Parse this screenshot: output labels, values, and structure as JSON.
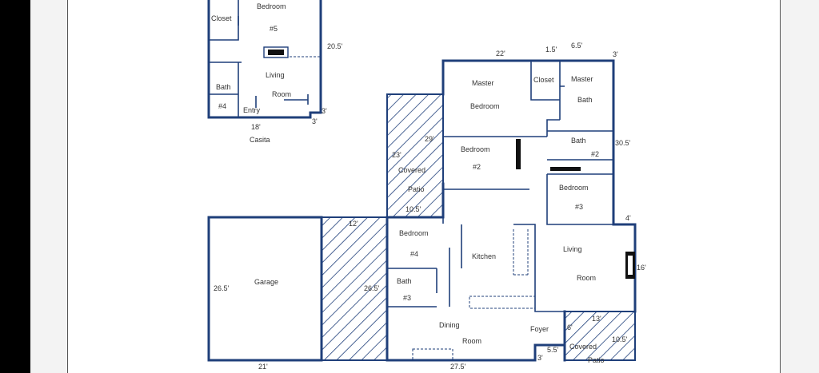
{
  "casita": {
    "closet": "Closet",
    "bedroom_5_line1": "Bedroom",
    "bedroom_5_line2": "#5",
    "living_line1": "Living",
    "living_line2": "Room",
    "bath_line1": "Bath",
    "bath_line2": "#4",
    "entry": "Entry",
    "title": "Casita",
    "dim_width": "18'",
    "dim_height": "20.5'",
    "dim_notch_w": "3'",
    "dim_notch_h": "3'"
  },
  "main_house": {
    "master_bedroom_line1": "Master",
    "master_bedroom_line2": "Bedroom",
    "closet": "Closet",
    "master_bath_line1": "Master",
    "master_bath_line2": "Bath",
    "bath2_line1": "Bath",
    "bath2_line2": "#2",
    "bedroom2_line1": "Bedroom",
    "bedroom2_line2": "#2",
    "bedroom3_line1": "Bedroom",
    "bedroom3_line2": "#3",
    "covered_patio_line1": "Covered",
    "covered_patio_line2": "Patio",
    "bedroom4_line1": "Bedroom",
    "bedroom4_line2": "#4",
    "bath3_line1": "Bath",
    "bath3_line2": "#3",
    "kitchen": "Kitchen",
    "living_line1": "Living",
    "living_line2": "Room",
    "dining_line1": "Dining",
    "dining_line2": "Room",
    "foyer": "Foyer",
    "covered_patio2_line1": "Covered",
    "covered_patio2_line2": "Patio",
    "garage": "Garage"
  },
  "dimensions": {
    "top_22": "22'",
    "top_1_5": "1.5'",
    "top_6_5": "6.5'",
    "top_3": "3'",
    "right_30_5": "30.5'",
    "right_4": "4'",
    "right_16": "16'",
    "patio_29": "29'",
    "patio_23": "23'",
    "patio_10_5": "10.5'",
    "breezeway_12": "12'",
    "breezeway_26_5": "26.5'",
    "garage_26_5": "26.5'",
    "bottom_21": "21'",
    "bottom_27_5": "27.5'",
    "entry_5_5": "5.5'",
    "entry_3": "3'",
    "foyer_6": "6'",
    "patio2_13": "13'",
    "patio2_10_5": "10.5'"
  }
}
